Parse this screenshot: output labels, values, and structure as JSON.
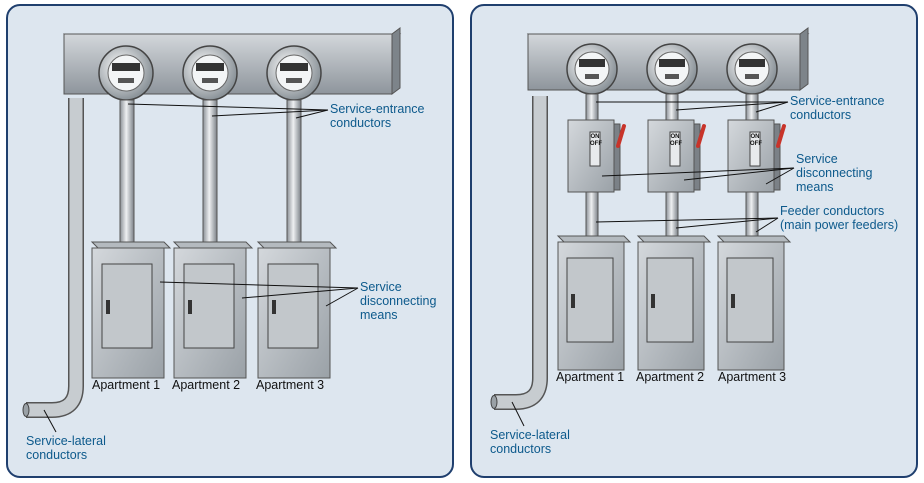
{
  "left_panel": {
    "labels": {
      "service_entrance": [
        "Service-entrance",
        "conductors"
      ],
      "service_disconnect": [
        "Service",
        "disconnecting",
        "means"
      ],
      "service_lateral": [
        "Service-lateral",
        "conductors"
      ]
    },
    "apartments": [
      "Apartment 1",
      "Apartment 2",
      "Apartment 3"
    ]
  },
  "right_panel": {
    "labels": {
      "service_entrance": [
        "Service-entrance",
        "conductors"
      ],
      "service_disconnect": [
        "Service",
        "disconnecting",
        "means"
      ],
      "feeder": [
        "Feeder conductors",
        "(main power feeders)"
      ],
      "service_lateral": [
        "Service-lateral",
        "conductors"
      ]
    },
    "disconnect_switch_text": [
      "ON",
      "OFF"
    ],
    "apartments": [
      "Apartment 1",
      "Apartment 2",
      "Apartment 3"
    ]
  },
  "colors": {
    "label_text": "#0d5a8c",
    "panel_border": "#1f3f6e",
    "panel_background": "#dde6ef",
    "handle_red": "#c8342a"
  }
}
